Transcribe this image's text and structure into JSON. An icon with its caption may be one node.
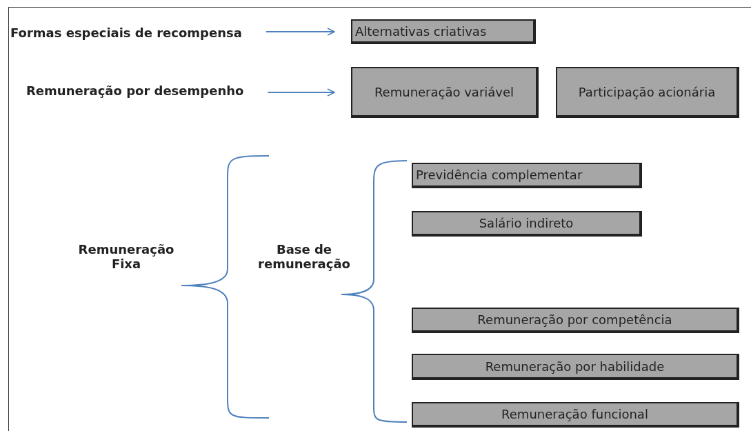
{
  "diagram": {
    "nodes": [
      {
        "text": [
          "Formas especiais de recompensa"
        ]
      },
      {
        "text": [
          "Alternativas criativas"
        ]
      },
      {
        "text": [
          "Remuneração por desempenho"
        ]
      },
      {
        "text": [
          "Remuneração variável"
        ]
      },
      {
        "text": [
          "Participação acionária"
        ]
      },
      {
        "text": [
          "Remuneração Fixa"
        ]
      },
      {
        "text": [
          "Base de remuneração"
        ]
      },
      {
        "text": [
          "Previdência complementar"
        ]
      },
      {
        "text": [
          "Salário indireto"
        ]
      },
      {
        "text": [
          "Remuneração por competência"
        ]
      },
      {
        "text": [
          "Remuneração por habilidade"
        ]
      },
      {
        "text": [
          "Remuneração funcional"
        ]
      }
    ],
    "edges": [
      {
        "from": 0,
        "to": 1,
        "arrow": "to"
      },
      {
        "from": 2,
        "to": 3,
        "arrow": "to"
      }
    ]
  }
}
